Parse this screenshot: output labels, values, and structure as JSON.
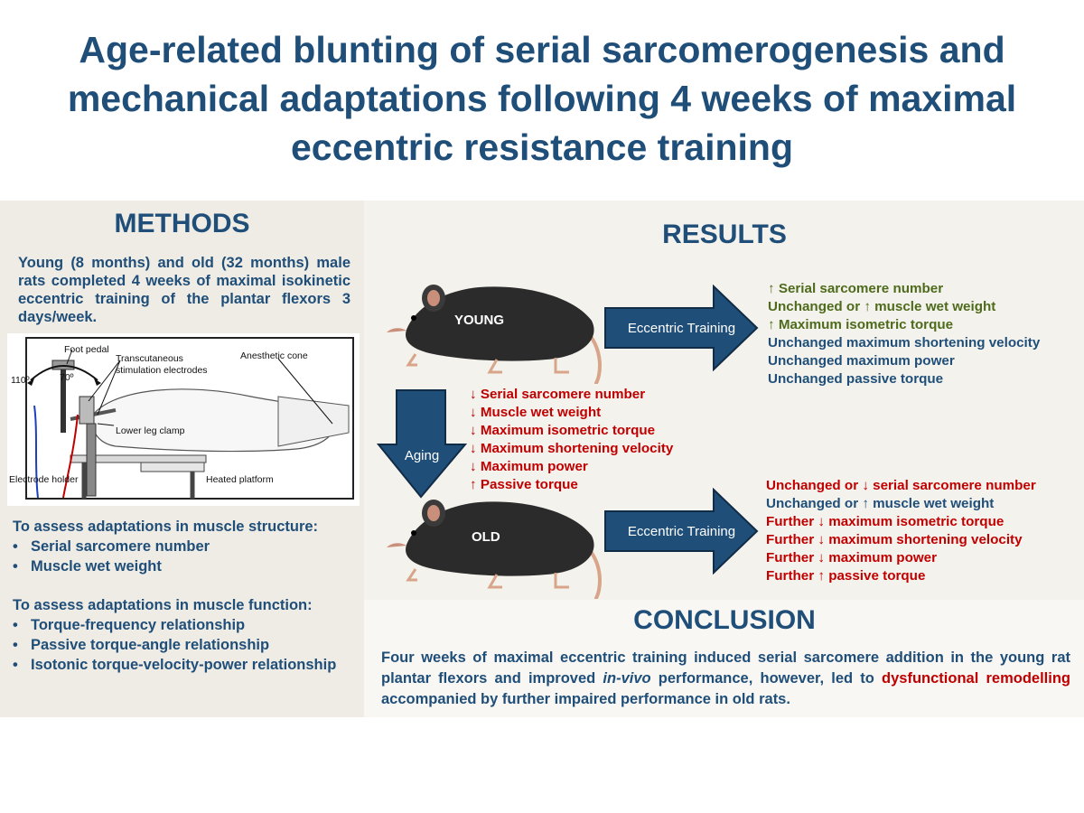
{
  "title": "Age-related blunting of serial sarcomerogenesis and mechanical adaptations following 4 weeks of maximal eccentric resistance training",
  "methods": {
    "heading": "METHODS",
    "intro": "Young (8 months) and old (32 months) male rats completed 4 weeks of maximal isokinetic eccentric training of the plantar flexors 3 days/week.",
    "figure_labels": {
      "foot_pedal": "Foot pedal",
      "angle_110": "110º",
      "angle_70": "70º",
      "electrodes_line1": "Transcutaneous",
      "electrodes_line2": "stimulation electrodes",
      "anesthetic_cone": "Anesthetic cone",
      "lower_leg_clamp": "Lower leg clamp",
      "electrode_holder": "Electrode holder",
      "heated_platform": "Heated platform"
    },
    "structure": {
      "heading": "To assess adaptations in muscle structure:",
      "items": [
        "Serial sarcomere number",
        "Muscle wet weight"
      ]
    },
    "function": {
      "heading": "To assess adaptations in muscle function:",
      "items": [
        "Torque-frequency relationship",
        "Passive torque-angle relationship",
        "Isotonic torque-velocity-power relationship"
      ]
    }
  },
  "results": {
    "heading": "RESULTS",
    "young_label": "YOUNG",
    "old_label": "OLD",
    "aging_label": "Aging",
    "training_label": "Eccentric Training",
    "young_training": [
      {
        "text": "↑ Serial sarcomere number",
        "color": "green"
      },
      {
        "text": "Unchanged or ↑ muscle wet weight",
        "color": "green"
      },
      {
        "text": "↑ Maximum isometric torque",
        "color": "green"
      },
      {
        "text": "Unchanged maximum shortening velocity",
        "color": "blue"
      },
      {
        "text": "Unchanged maximum power",
        "color": "blue"
      },
      {
        "text": "Unchanged passive torque",
        "color": "blue"
      }
    ],
    "aging_effects": [
      "↓ Serial sarcomere number",
      "↓ Muscle wet weight",
      "↓ Maximum isometric torque",
      "↓ Maximum shortening velocity",
      "↓ Maximum power",
      "↑ Passive torque"
    ],
    "old_training": [
      {
        "text": "Unchanged or ↓ serial sarcomere number",
        "color": "red"
      },
      {
        "text": "Unchanged or ↑ muscle wet weight",
        "color": "blue"
      },
      {
        "text": "Further ↓ maximum isometric torque",
        "color": "red"
      },
      {
        "text": "Further ↓ maximum shortening velocity",
        "color": "red"
      },
      {
        "text": "Further ↓ maximum power",
        "color": "red"
      },
      {
        "text": "Further ↑ passive torque",
        "color": "red"
      }
    ]
  },
  "conclusion": {
    "heading": "CONCLUSION",
    "part1": "Four weeks of maximal eccentric training induced serial sarcomere addition in the young rat plantar flexors and improved ",
    "part2_italic": "in-vivo",
    "part3": " performance, however, led to ",
    "part4_red": "dysfunctional remodelling",
    "part5": " accompanied by further impaired performance in old rats."
  },
  "colors": {
    "navy": "#1f4e79",
    "green": "#4e6b1c",
    "red": "#c00000",
    "arrow_fill": "#1f4e79",
    "rat_body": "#2b2b2b",
    "rat_tail": "#d8a58a"
  }
}
